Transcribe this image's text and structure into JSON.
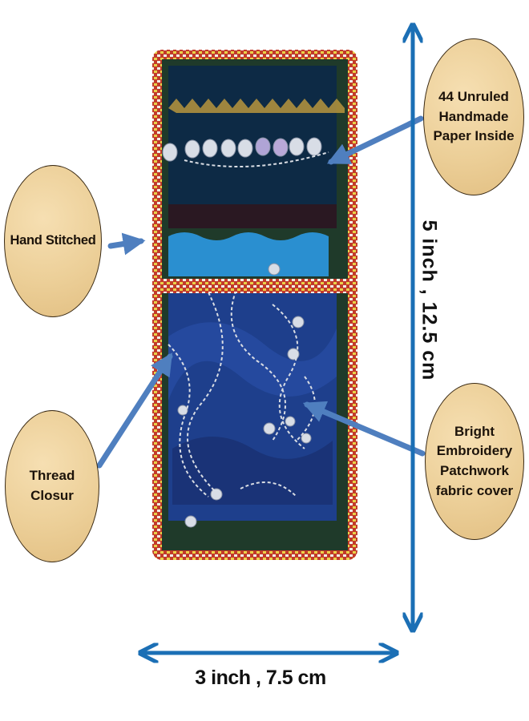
{
  "callouts": {
    "paper": {
      "line1": "44 Unruled",
      "line2": "Handmade",
      "line3": "Paper Inside"
    },
    "stitched": {
      "line1": "Hand Stitched"
    },
    "closure": {
      "line1": "Thread",
      "line2": "Closur"
    },
    "cover": {
      "line1": "Bright",
      "line2": "Embroidery",
      "line3": "Patchwork",
      "line4": "fabric cover"
    }
  },
  "dimensions": {
    "width": "3 inch , 7.5 cm",
    "height": "5 inch , 12.5 cm"
  },
  "colors": {
    "arrow": "#4f7fbf",
    "dimension_arrow": "#1b6fb5",
    "badge_fill": "#ecd09a",
    "cover_dark": "#0d2a45",
    "cover_blue": "#1e3f8c",
    "border_green": "#1f3a2a"
  }
}
